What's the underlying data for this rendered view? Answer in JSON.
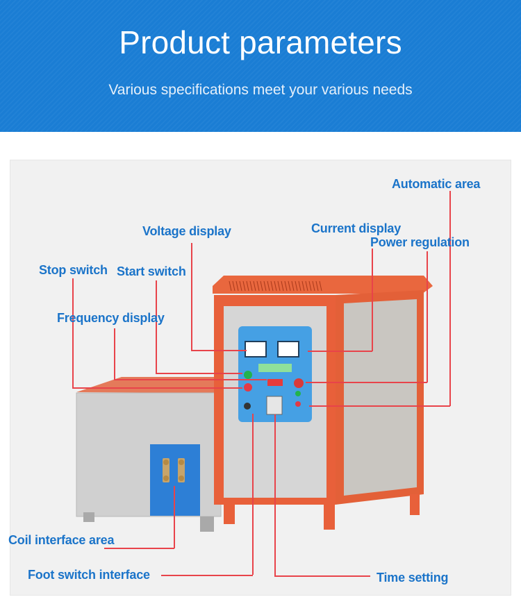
{
  "banner": {
    "title": "Product parameters",
    "subtitle": "Various specifications meet your various needs",
    "background_color": "#1a7dd4"
  },
  "product_image": {
    "description": "Induction heating machine with orange frame control cabinet and gray transformer box",
    "frame_color": "#e8603a",
    "panel_color": "#3f9be0",
    "leader_line_color": "#e8434a"
  },
  "labels": {
    "automatic_area": "Automatic area",
    "voltage_display": "Voltage display",
    "current_display": "Current display",
    "power_regulation": "Power regulation",
    "stop_switch": "Stop switch",
    "start_switch": "Start switch",
    "frequency_display": "Frequency display",
    "coil_interface_area": "Coil interface area",
    "foot_switch_interface": "Foot switch interface",
    "time_setting": "Time setting"
  },
  "label_color": "#1b74c9"
}
